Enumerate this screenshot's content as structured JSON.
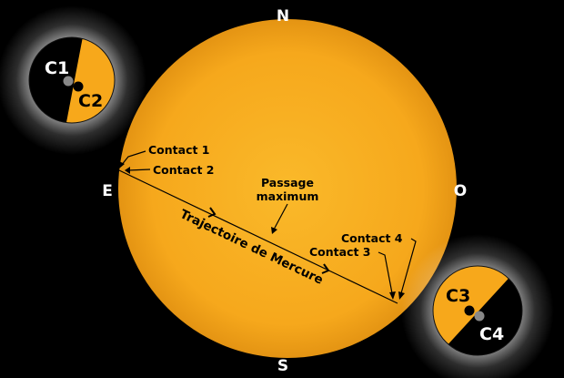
{
  "compass": {
    "north": "N",
    "south": "S",
    "east": "E",
    "west": "O"
  },
  "callouts": {
    "contact1": "Contact 1",
    "contact2": "Contact 2",
    "contact3": "Contact 3",
    "contact4": "Contact 4",
    "max_line1": "Passage",
    "max_line2": "maximum",
    "trajectory": "Trajectoire de Mercure"
  },
  "insets": {
    "c1": "C1",
    "c2": "C2",
    "c3": "C3",
    "c4": "C4"
  },
  "colors": {
    "sun": "#F7A81B",
    "sun_edge": "#E08A12",
    "sky": "#000000",
    "planet": "#000000",
    "planet_ghost": "#888888"
  }
}
